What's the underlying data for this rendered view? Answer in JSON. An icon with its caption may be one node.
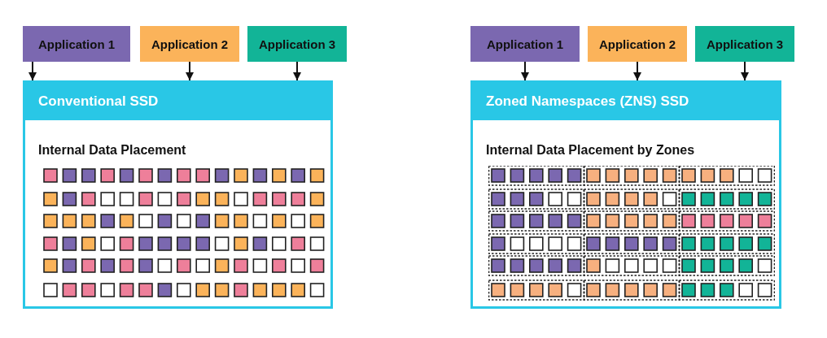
{
  "diagram": {
    "nodes": [
      {
        "text": [
          "Application 1"
        ]
      },
      {
        "text": [
          "Application 2"
        ]
      },
      {
        "text": [
          "Application 3"
        ]
      },
      {
        "text": [
          "Conventional SSD",
          "Internal Data Placement"
        ]
      },
      {
        "text": [
          "Application 1"
        ]
      },
      {
        "text": [
          "Application 2"
        ]
      },
      {
        "text": [
          "Application 3"
        ]
      },
      {
        "text": [
          "Zoned Namespaces (ZNS) SSD",
          "Internal Data Placement by Zones"
        ]
      }
    ],
    "edges": [
      {
        "from": 0,
        "to": 3,
        "arrow": "to"
      },
      {
        "from": 1,
        "to": 3,
        "arrow": "to"
      },
      {
        "from": 2,
        "to": 3,
        "arrow": "to"
      },
      {
        "from": 4,
        "to": 7,
        "arrow": "to"
      },
      {
        "from": 5,
        "to": 7,
        "arrow": "to"
      },
      {
        "from": 6,
        "to": 7,
        "arrow": "to"
      }
    ]
  }
}
